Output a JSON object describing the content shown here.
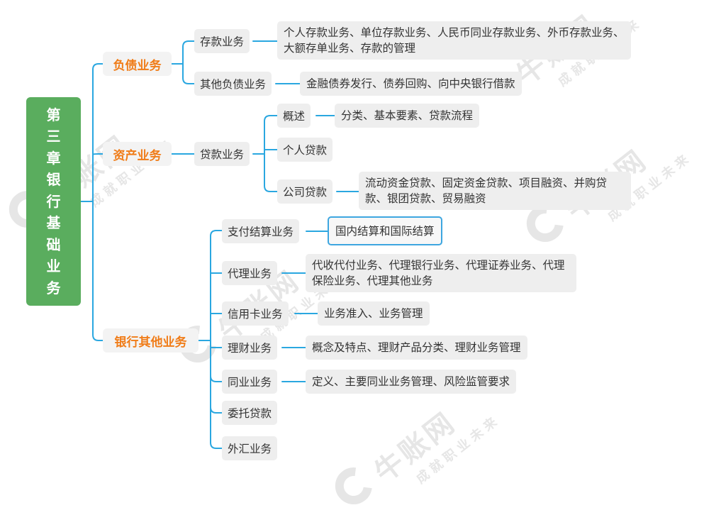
{
  "root": {
    "title_chars": [
      "第",
      "三",
      "章",
      "银",
      "行",
      "基",
      "础",
      "业",
      "务"
    ]
  },
  "categories": {
    "liability": {
      "label": "负债业务",
      "deposit": {
        "label": "存款业务",
        "detail": "个人存款业务、单位存款业务、人民币同业存款业务、外币存款业务、大额存单业务、存款的管理"
      },
      "other": {
        "label": "其他负债业务",
        "detail": "金融债券发行、债券回购、向中央银行借款"
      }
    },
    "asset": {
      "label": "资产业务",
      "loan": {
        "label": "贷款业务",
        "overview": {
          "label": "概述",
          "detail": "分类、基本要素、贷款流程"
        },
        "personal": {
          "label": "个人贷款"
        },
        "corporate": {
          "label": "公司贷款",
          "detail": "流动资金贷款、固定资金贷款、项目融资、并购贷款、银团贷款、贸易融资"
        }
      }
    },
    "other_business": {
      "label": "银行其他业务",
      "payment": {
        "label": "支付结算业务",
        "detail": "国内结算和国际结算"
      },
      "agency": {
        "label": "代理业务",
        "detail": "代收代付业务、代理银行业务、代理证券业务、代理保险业务、代理其他业务"
      },
      "credit_card": {
        "label": "信用卡业务",
        "detail": "业务准入、业务管理"
      },
      "wealth": {
        "label": "理财业务",
        "detail": "概念及特点、理财产品分类、理财业务管理"
      },
      "interbank": {
        "label": "同业业务",
        "detail": "定义、主要同业业务管理、风险监管要求"
      },
      "entrusted": {
        "label": "委托贷款"
      },
      "forex": {
        "label": "外汇业务"
      }
    }
  },
  "watermark": {
    "brand": "牛账网",
    "slogan": "成就职业未来"
  },
  "colors": {
    "root_bg": "#5aad5e",
    "category_text": "#f07c18",
    "connector": "#2aa7e0",
    "node_bg": "#eeeeee"
  }
}
